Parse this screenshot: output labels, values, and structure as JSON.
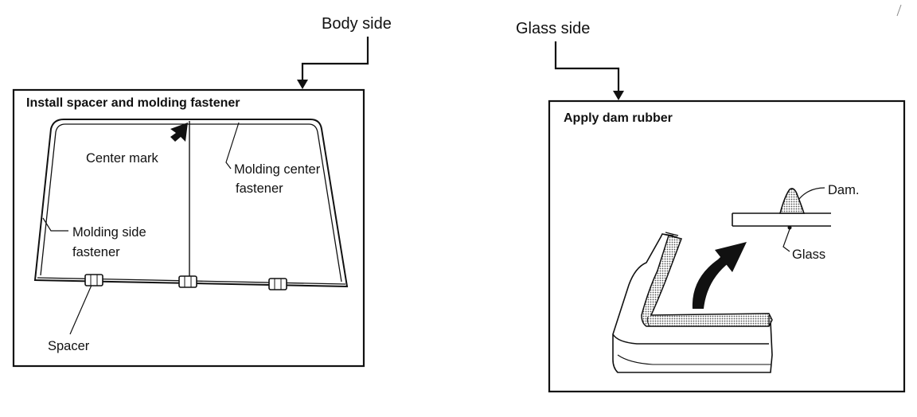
{
  "callouts": {
    "body_side": "Body side",
    "glass_side": "Glass side"
  },
  "left_panel": {
    "title": "Install spacer and molding fastener",
    "center_mark": "Center mark",
    "molding_center_line1": "Molding center",
    "molding_center_line2": "fastener",
    "molding_side_line1": "Molding side",
    "molding_side_line2": "fastener",
    "spacer": "Spacer"
  },
  "right_panel": {
    "title": "Apply dam rubber",
    "dam": "Dam.",
    "glass": "Glass"
  },
  "colors": {
    "ink": "#111111",
    "stipple": "#9a9a9a"
  }
}
